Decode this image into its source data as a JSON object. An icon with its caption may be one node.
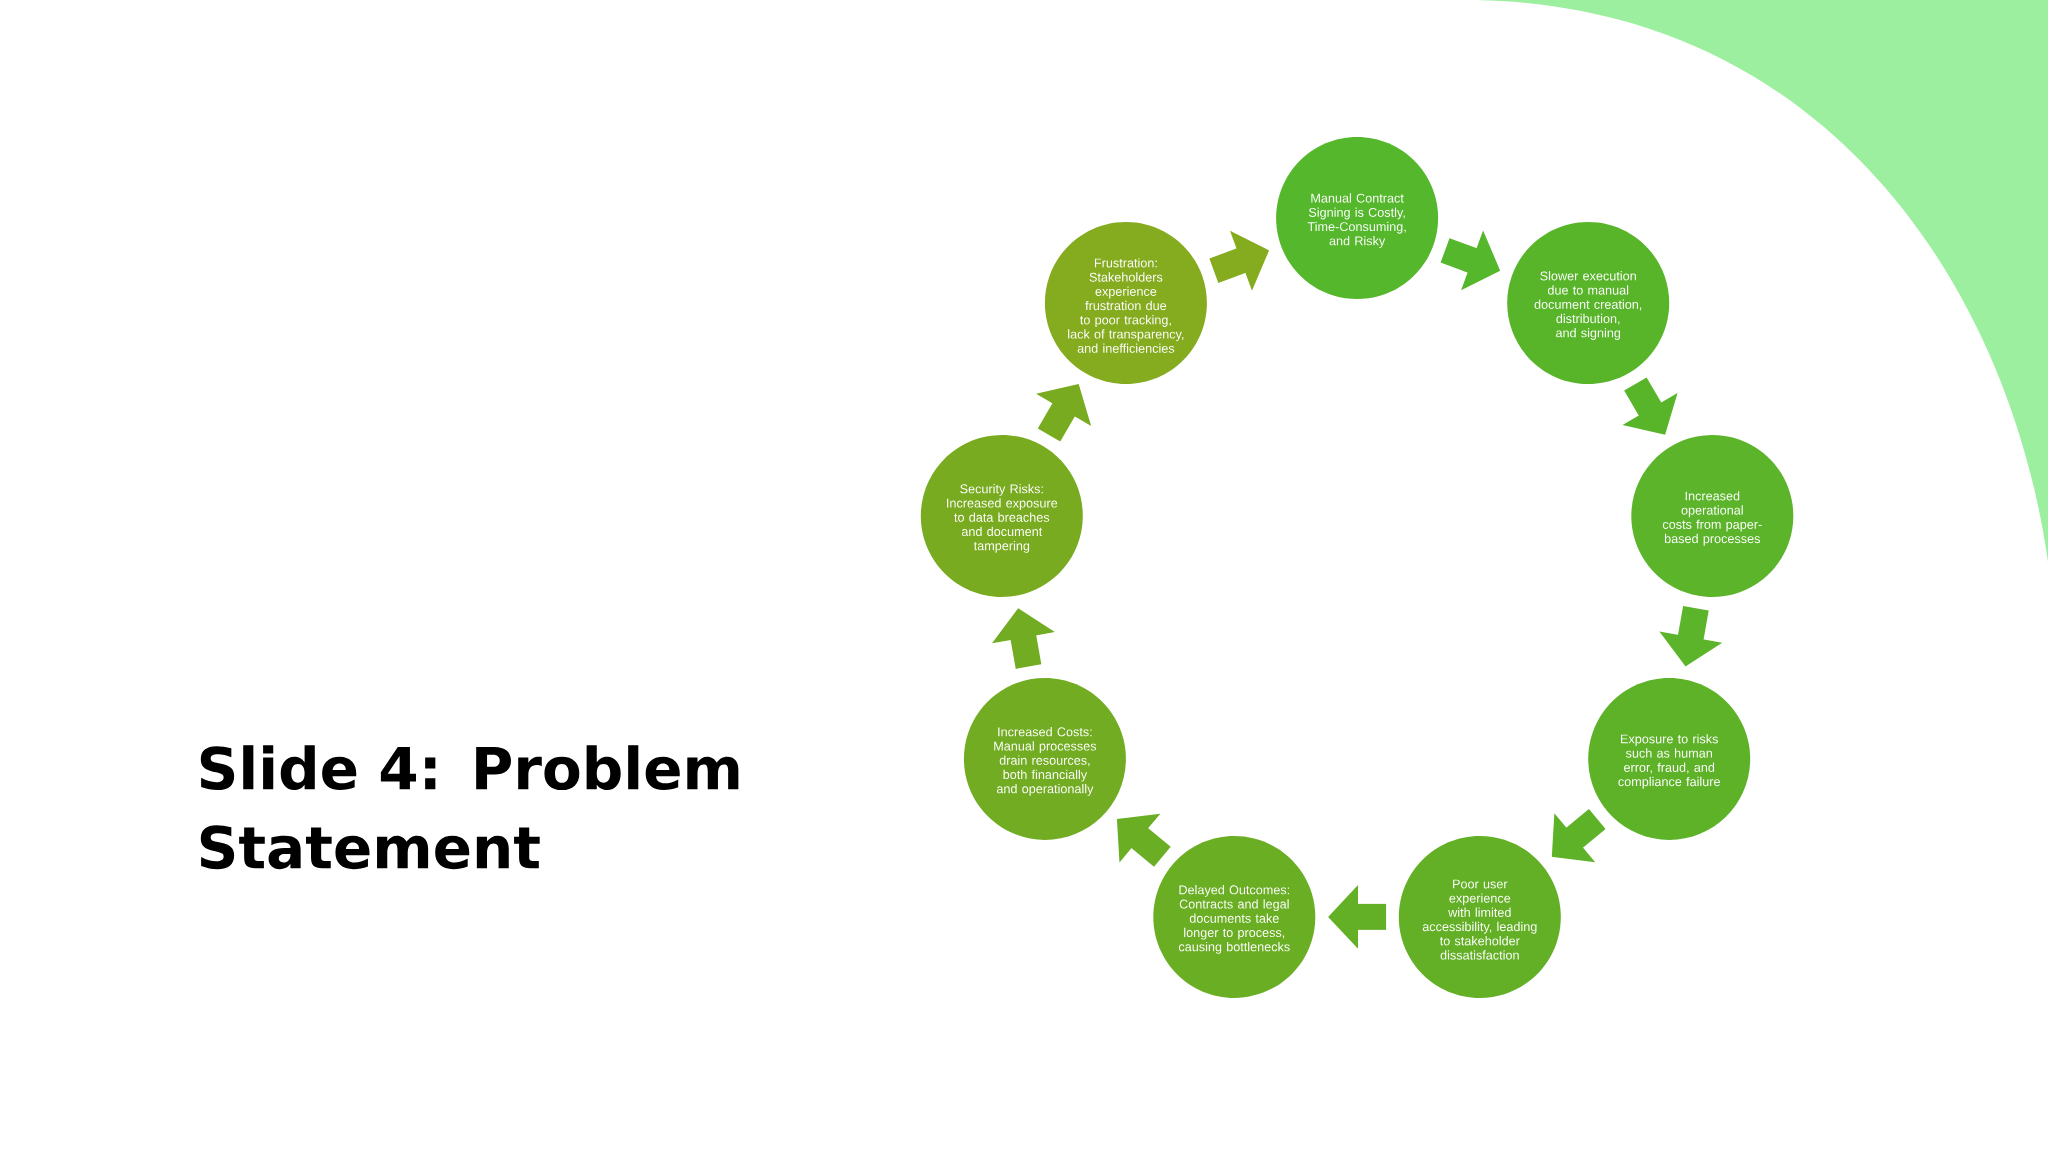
{
  "diagram": {
    "title": "Slide 4: Problem Statement",
    "nodes": [
      {
        "text": [
          "Manual Contract Signing is Costly, Time-Consuming, and Risky"
        ]
      },
      {
        "text": [
          "Slower execution due to manual document creation, distribution, and signing"
        ]
      },
      {
        "text": [
          "Increased operational costs from paper-based processes"
        ]
      },
      {
        "text": [
          "Exposure to risks such as human error, fraud, and compliance failure"
        ]
      },
      {
        "text": [
          "Poor user experience with limited accessibility, leading to stakeholder dissatisfaction"
        ]
      },
      {
        "text": [
          "Delayed Outcomes: Contracts and legal documents take longer to process, causing bottlenecks"
        ]
      },
      {
        "text": [
          "Increased Costs: Manual processes drain resources, both financially and operationally"
        ]
      },
      {
        "text": [
          "Security Risks: Increased exposure to data breaches and document tampering"
        ]
      },
      {
        "text": [
          "Frustration: Stakeholders experience frustration due to poor tracking, lack of transparency, and inefficiencies"
        ]
      }
    ],
    "edges": [
      {
        "from": 0,
        "to": 1,
        "arrow": "to"
      },
      {
        "from": 1,
        "to": 2,
        "arrow": "to"
      },
      {
        "from": 2,
        "to": 3,
        "arrow": "to"
      },
      {
        "from": 3,
        "to": 4,
        "arrow": "to"
      },
      {
        "from": 4,
        "to": 5,
        "arrow": "to"
      },
      {
        "from": 5,
        "to": 6,
        "arrow": "to"
      },
      {
        "from": 6,
        "to": 7,
        "arrow": "to"
      },
      {
        "from": 7,
        "to": 8,
        "arrow": "to"
      },
      {
        "from": 8,
        "to": 0,
        "arrow": "to"
      }
    ]
  }
}
